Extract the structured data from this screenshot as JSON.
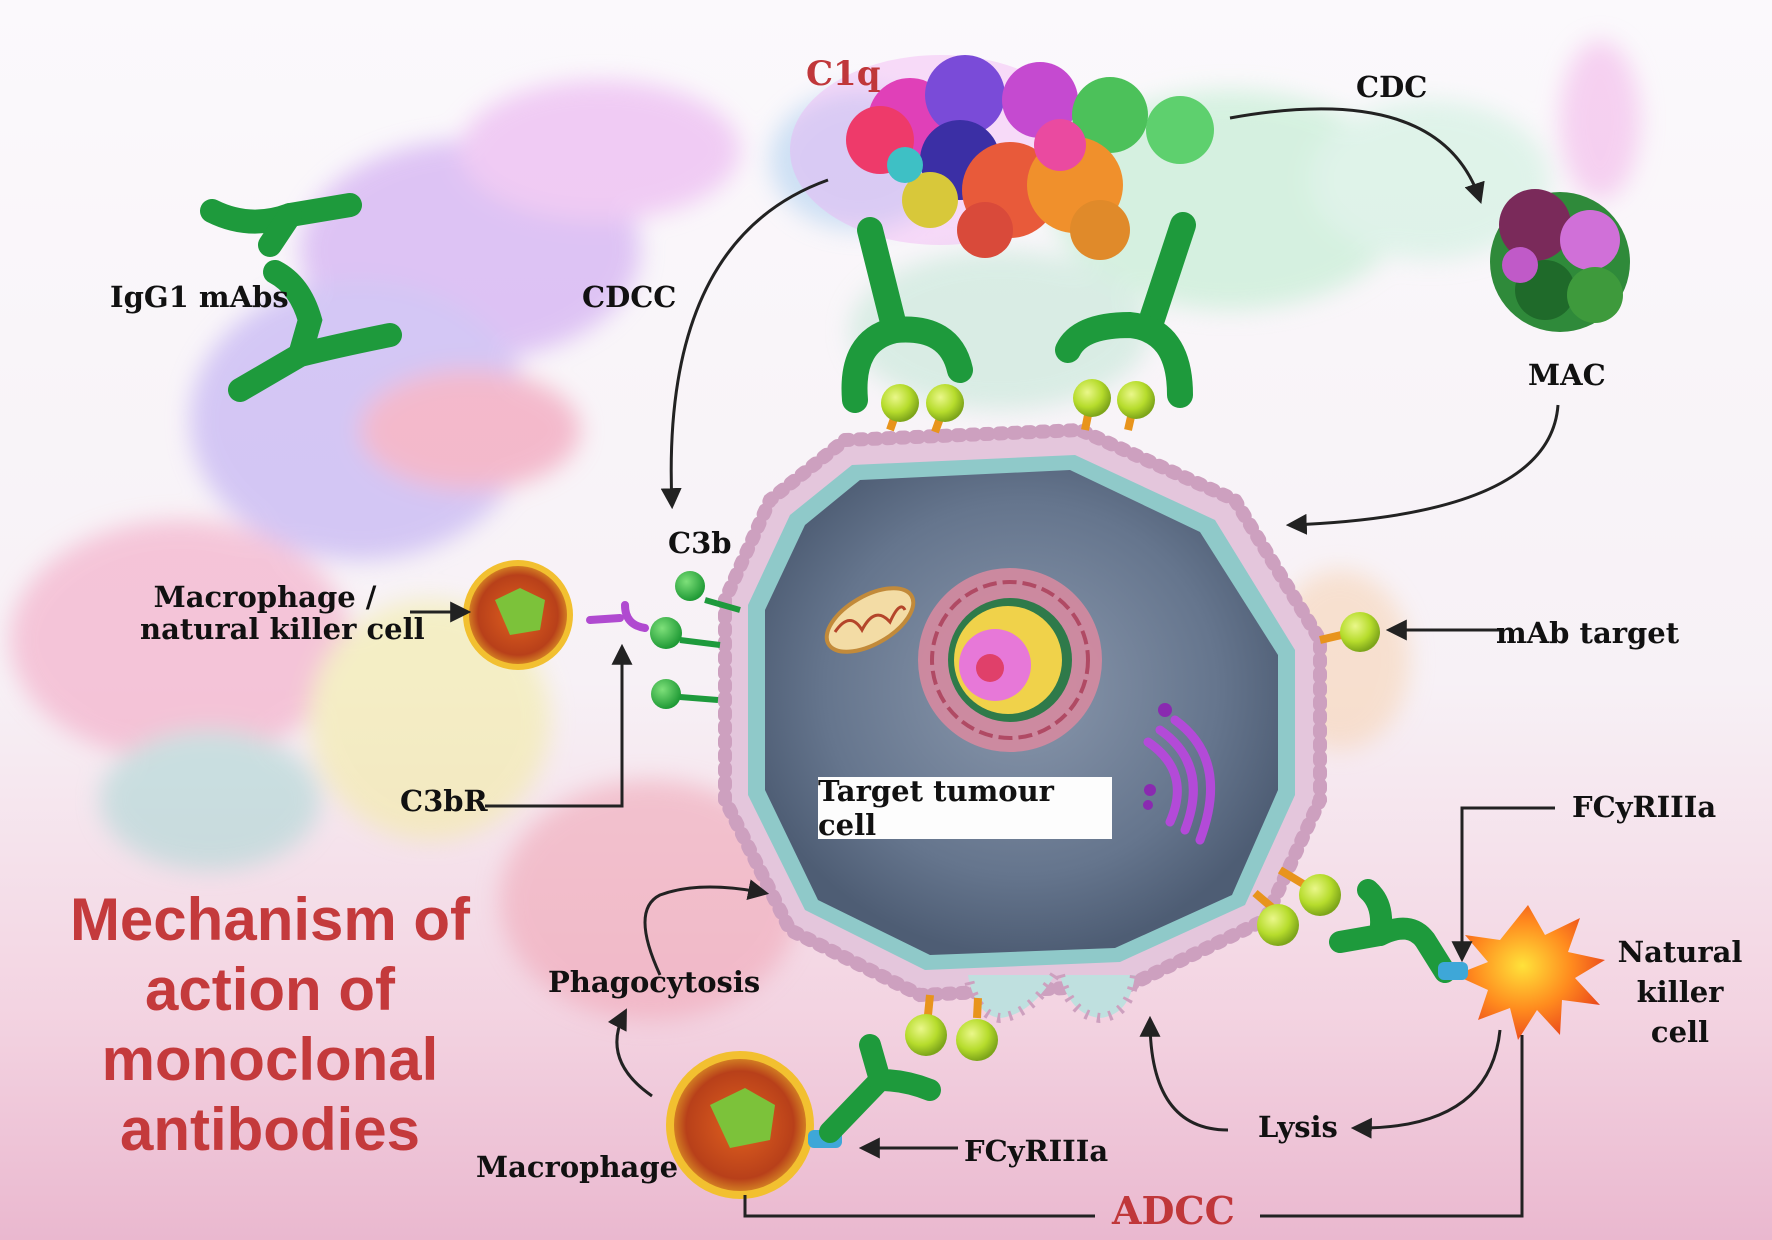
{
  "labels": {
    "c1q": "C1q",
    "cdc": "CDC",
    "igg1": "IgG1 mAbs",
    "cdcc": "CDCC",
    "mac": "MAC",
    "c3b": "C3b",
    "macrophage_nk": [
      "Macrophage /",
      "natural killer cell"
    ],
    "mab_target": "mAb target",
    "c3br": "C3bR",
    "target_cell": "Target tumour cell",
    "fcr_right": "FCyRIIIa",
    "nk_cell": [
      "Natural",
      "killer",
      "cell"
    ],
    "phagocytosis": "Phagocytosis",
    "lysis": "Lysis",
    "macrophage": "Macrophage",
    "fcr_bottom": "FCyRIIIa",
    "adcc": "ADCC"
  },
  "title_lines": [
    "Mechanism of",
    "action of",
    "monoclonal",
    "antibodies"
  ],
  "colors": {
    "antibody": "#1e9a3c",
    "antigen": "#a8d82a",
    "membrane": "#c9a6c0",
    "cytoplasm": "#6f7f96",
    "title": "#c43a3c",
    "arrow": "#222222"
  },
  "icons": [
    "antibody-icon",
    "c1q-complex-icon",
    "mac-complex-icon",
    "macrophage-icon",
    "nk-cell-icon",
    "mitochondrion-icon",
    "nucleus-icon",
    "golgi-icon"
  ]
}
